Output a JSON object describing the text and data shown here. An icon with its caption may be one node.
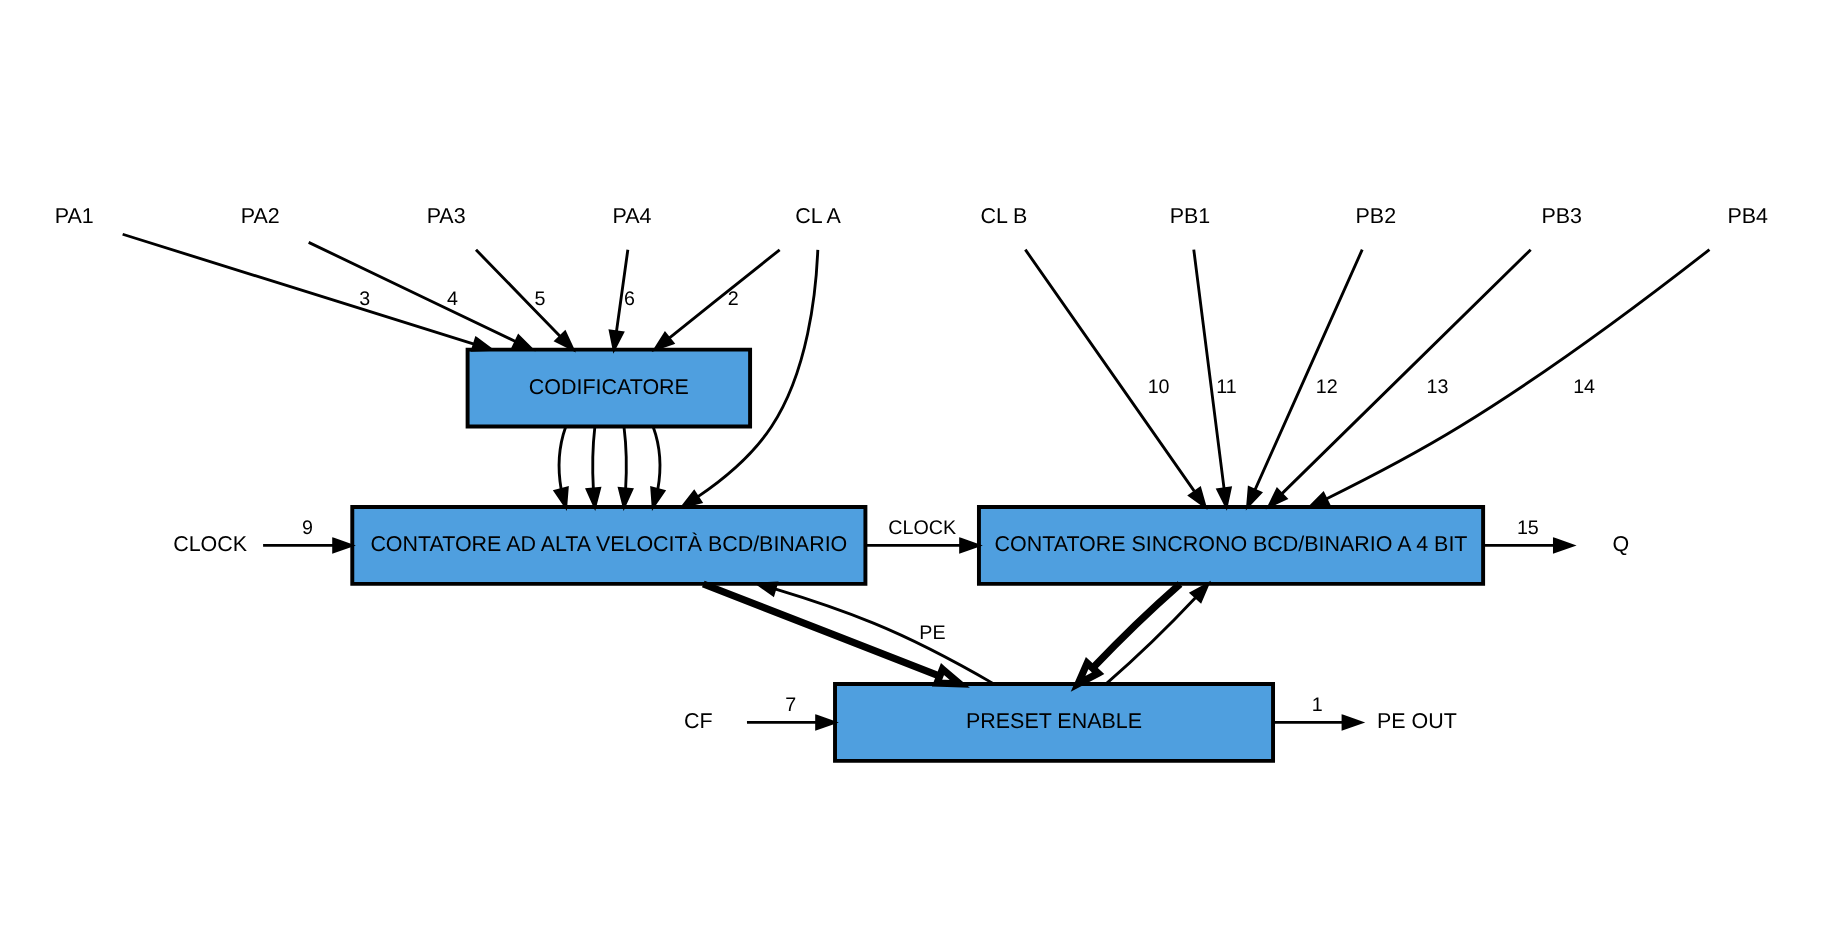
{
  "diagram": {
    "nodes": [
      {
        "text": [
          "PA1"
        ]
      },
      {
        "text": [
          "PA2"
        ]
      },
      {
        "text": [
          "PA3"
        ]
      },
      {
        "text": [
          "PA4"
        ]
      },
      {
        "text": [
          "CL A"
        ]
      },
      {
        "text": [
          "CL B"
        ]
      },
      {
        "text": [
          "PB1"
        ]
      },
      {
        "text": [
          "PB2"
        ]
      },
      {
        "text": [
          "PB3"
        ]
      },
      {
        "text": [
          "PB4"
        ]
      },
      {
        "text": [
          "CODIFICATORE"
        ]
      },
      {
        "text": [
          "CLOCK"
        ]
      },
      {
        "text": [
          "CONTATORE AD ALTA VELOCITÀ BCD/BINARIO"
        ]
      },
      {
        "text": [
          "CONTATORE SINCRONO BCD/BINARIO A 4 BIT"
        ]
      },
      {
        "text": [
          "Q"
        ]
      },
      {
        "text": [
          "CF"
        ]
      },
      {
        "text": [
          "PRESET ENABLE"
        ]
      },
      {
        "text": [
          "PE OUT"
        ]
      }
    ],
    "edges": [
      {
        "from": 0,
        "to": 10,
        "arrow": "to",
        "label": "3"
      },
      {
        "from": 1,
        "to": 10,
        "arrow": "to",
        "label": "4"
      },
      {
        "from": 2,
        "to": 10,
        "arrow": "to",
        "label": "5"
      },
      {
        "from": 3,
        "to": 10,
        "arrow": "to",
        "label": "6"
      },
      {
        "from": 4,
        "to": 10,
        "arrow": "to",
        "label": "2"
      },
      {
        "from": 4,
        "to": 12,
        "arrow": "to"
      },
      {
        "from": 5,
        "to": 13,
        "arrow": "to",
        "label": "10"
      },
      {
        "from": 6,
        "to": 13,
        "arrow": "to",
        "label": "11"
      },
      {
        "from": 7,
        "to": 13,
        "arrow": "to",
        "label": "12"
      },
      {
        "from": 8,
        "to": 13,
        "arrow": "to",
        "label": "13"
      },
      {
        "from": 9,
        "to": 13,
        "arrow": "to",
        "label": "14"
      },
      {
        "from": 10,
        "to": 12,
        "arrow": "to"
      },
      {
        "from": 10,
        "to": 12,
        "arrow": "to"
      },
      {
        "from": 10,
        "to": 12,
        "arrow": "to"
      },
      {
        "from": 10,
        "to": 12,
        "arrow": "to"
      },
      {
        "from": 11,
        "to": 12,
        "arrow": "to",
        "label": "9"
      },
      {
        "from": 12,
        "to": 13,
        "arrow": "to",
        "label": "CLOCK"
      },
      {
        "from": 16,
        "to": 12,
        "arrow": "to",
        "label": "PE"
      },
      {
        "from": 16,
        "to": 13,
        "arrow": "to"
      },
      {
        "from": 13,
        "to": 14,
        "arrow": "to",
        "label": "15"
      },
      {
        "from": 12,
        "to": 16,
        "arrow": "to",
        "style": "thick"
      },
      {
        "from": 13,
        "to": 16,
        "arrow": "to",
        "style": "thick"
      },
      {
        "from": 15,
        "to": 16,
        "arrow": "to",
        "label": "7"
      },
      {
        "from": 16,
        "to": 17,
        "arrow": "to",
        "label": "1"
      }
    ]
  }
}
